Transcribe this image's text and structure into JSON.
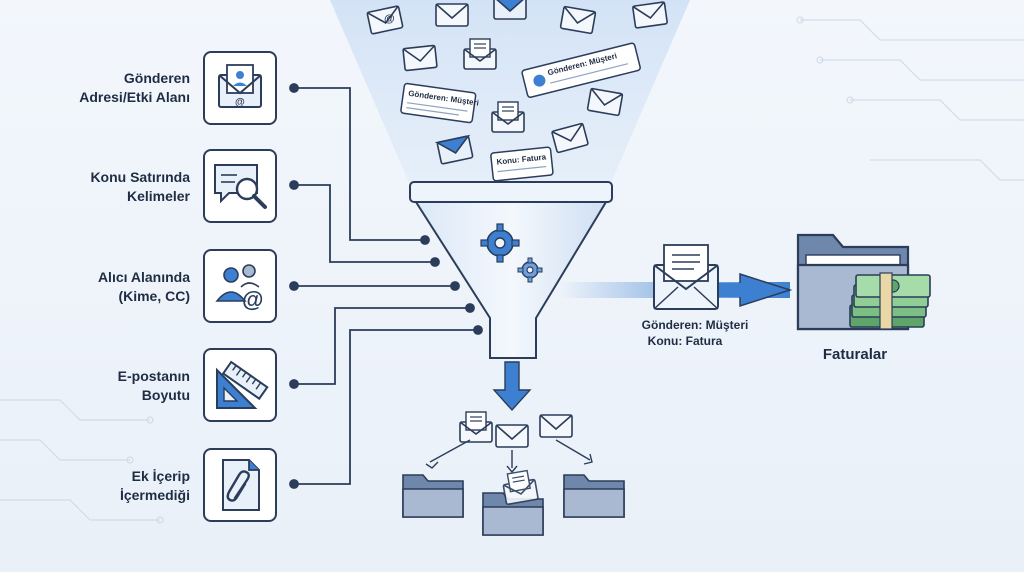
{
  "criteria": [
    {
      "line1": "Gönderen",
      "line2": "Adresi/Etki Alanı",
      "icon": "envelope-user-icon"
    },
    {
      "line1": "Konu Satırında",
      "line2": "Kelimeler",
      "icon": "chat-search-icon"
    },
    {
      "line1": "Alıcı Alanında",
      "line2": "(Kime, CC)",
      "icon": "people-at-icon"
    },
    {
      "line1": "E-postanın",
      "line2": "Boyutu",
      "icon": "ruler-triangle-icon"
    },
    {
      "line1": "Ek İçerip",
      "line2": "İçermediği",
      "icon": "paperclip-file-icon"
    }
  ],
  "tags": {
    "tag_sender_1": "Gönderen: Müşteri",
    "tag_sender_2": "Gönderen: Müşteri",
    "tag_subject": "Konu: Fatura"
  },
  "result": {
    "sender": "Gönderen: Müşteri",
    "subject": "Konu: Fatura",
    "folder_label": "Faturalar"
  },
  "colors": {
    "accent": "#3d7fd1",
    "dark": "#2b3d5a",
    "folder": "#8fa3c0"
  }
}
